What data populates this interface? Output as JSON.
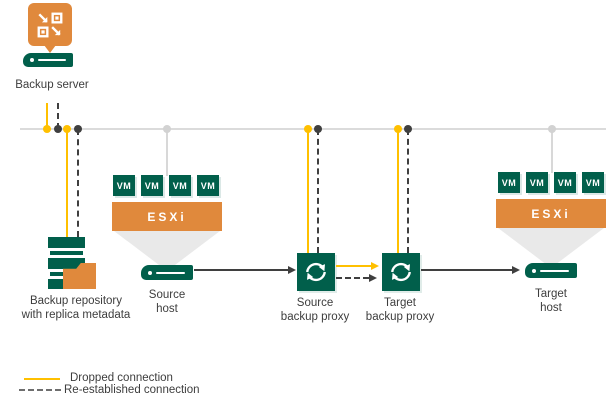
{
  "diagram": {
    "nodes": {
      "backup_server": {
        "label": "Backup server"
      },
      "backup_repository": {
        "line1": "Backup repository",
        "line2": "with replica metadata"
      },
      "source_host": {
        "line1": "Source",
        "line2": "host"
      },
      "source_proxy": {
        "line1": "Source",
        "line2": "backup proxy"
      },
      "target_proxy": {
        "line1": "Target",
        "line2": "backup proxy"
      },
      "target_host": {
        "line1": "Target",
        "line2": "host"
      },
      "source_esxi": {
        "label": "ESXi",
        "vms": [
          "VM",
          "VM",
          "VM",
          "VM"
        ]
      },
      "target_esxi": {
        "label": "ESXi",
        "vms": [
          "VM",
          "VM",
          "VM",
          "VM"
        ]
      }
    },
    "legend": [
      {
        "style": "solid-yellow",
        "label": "Dropped connection"
      },
      {
        "style": "dashed-dark",
        "label": "Re-established connection"
      }
    ],
    "colors": {
      "green": "#015F4B",
      "orange": "#E0893C",
      "yellow": "#FFC000",
      "line_gray": "#DBDBDB",
      "dark": "#3F3F3F"
    }
  }
}
